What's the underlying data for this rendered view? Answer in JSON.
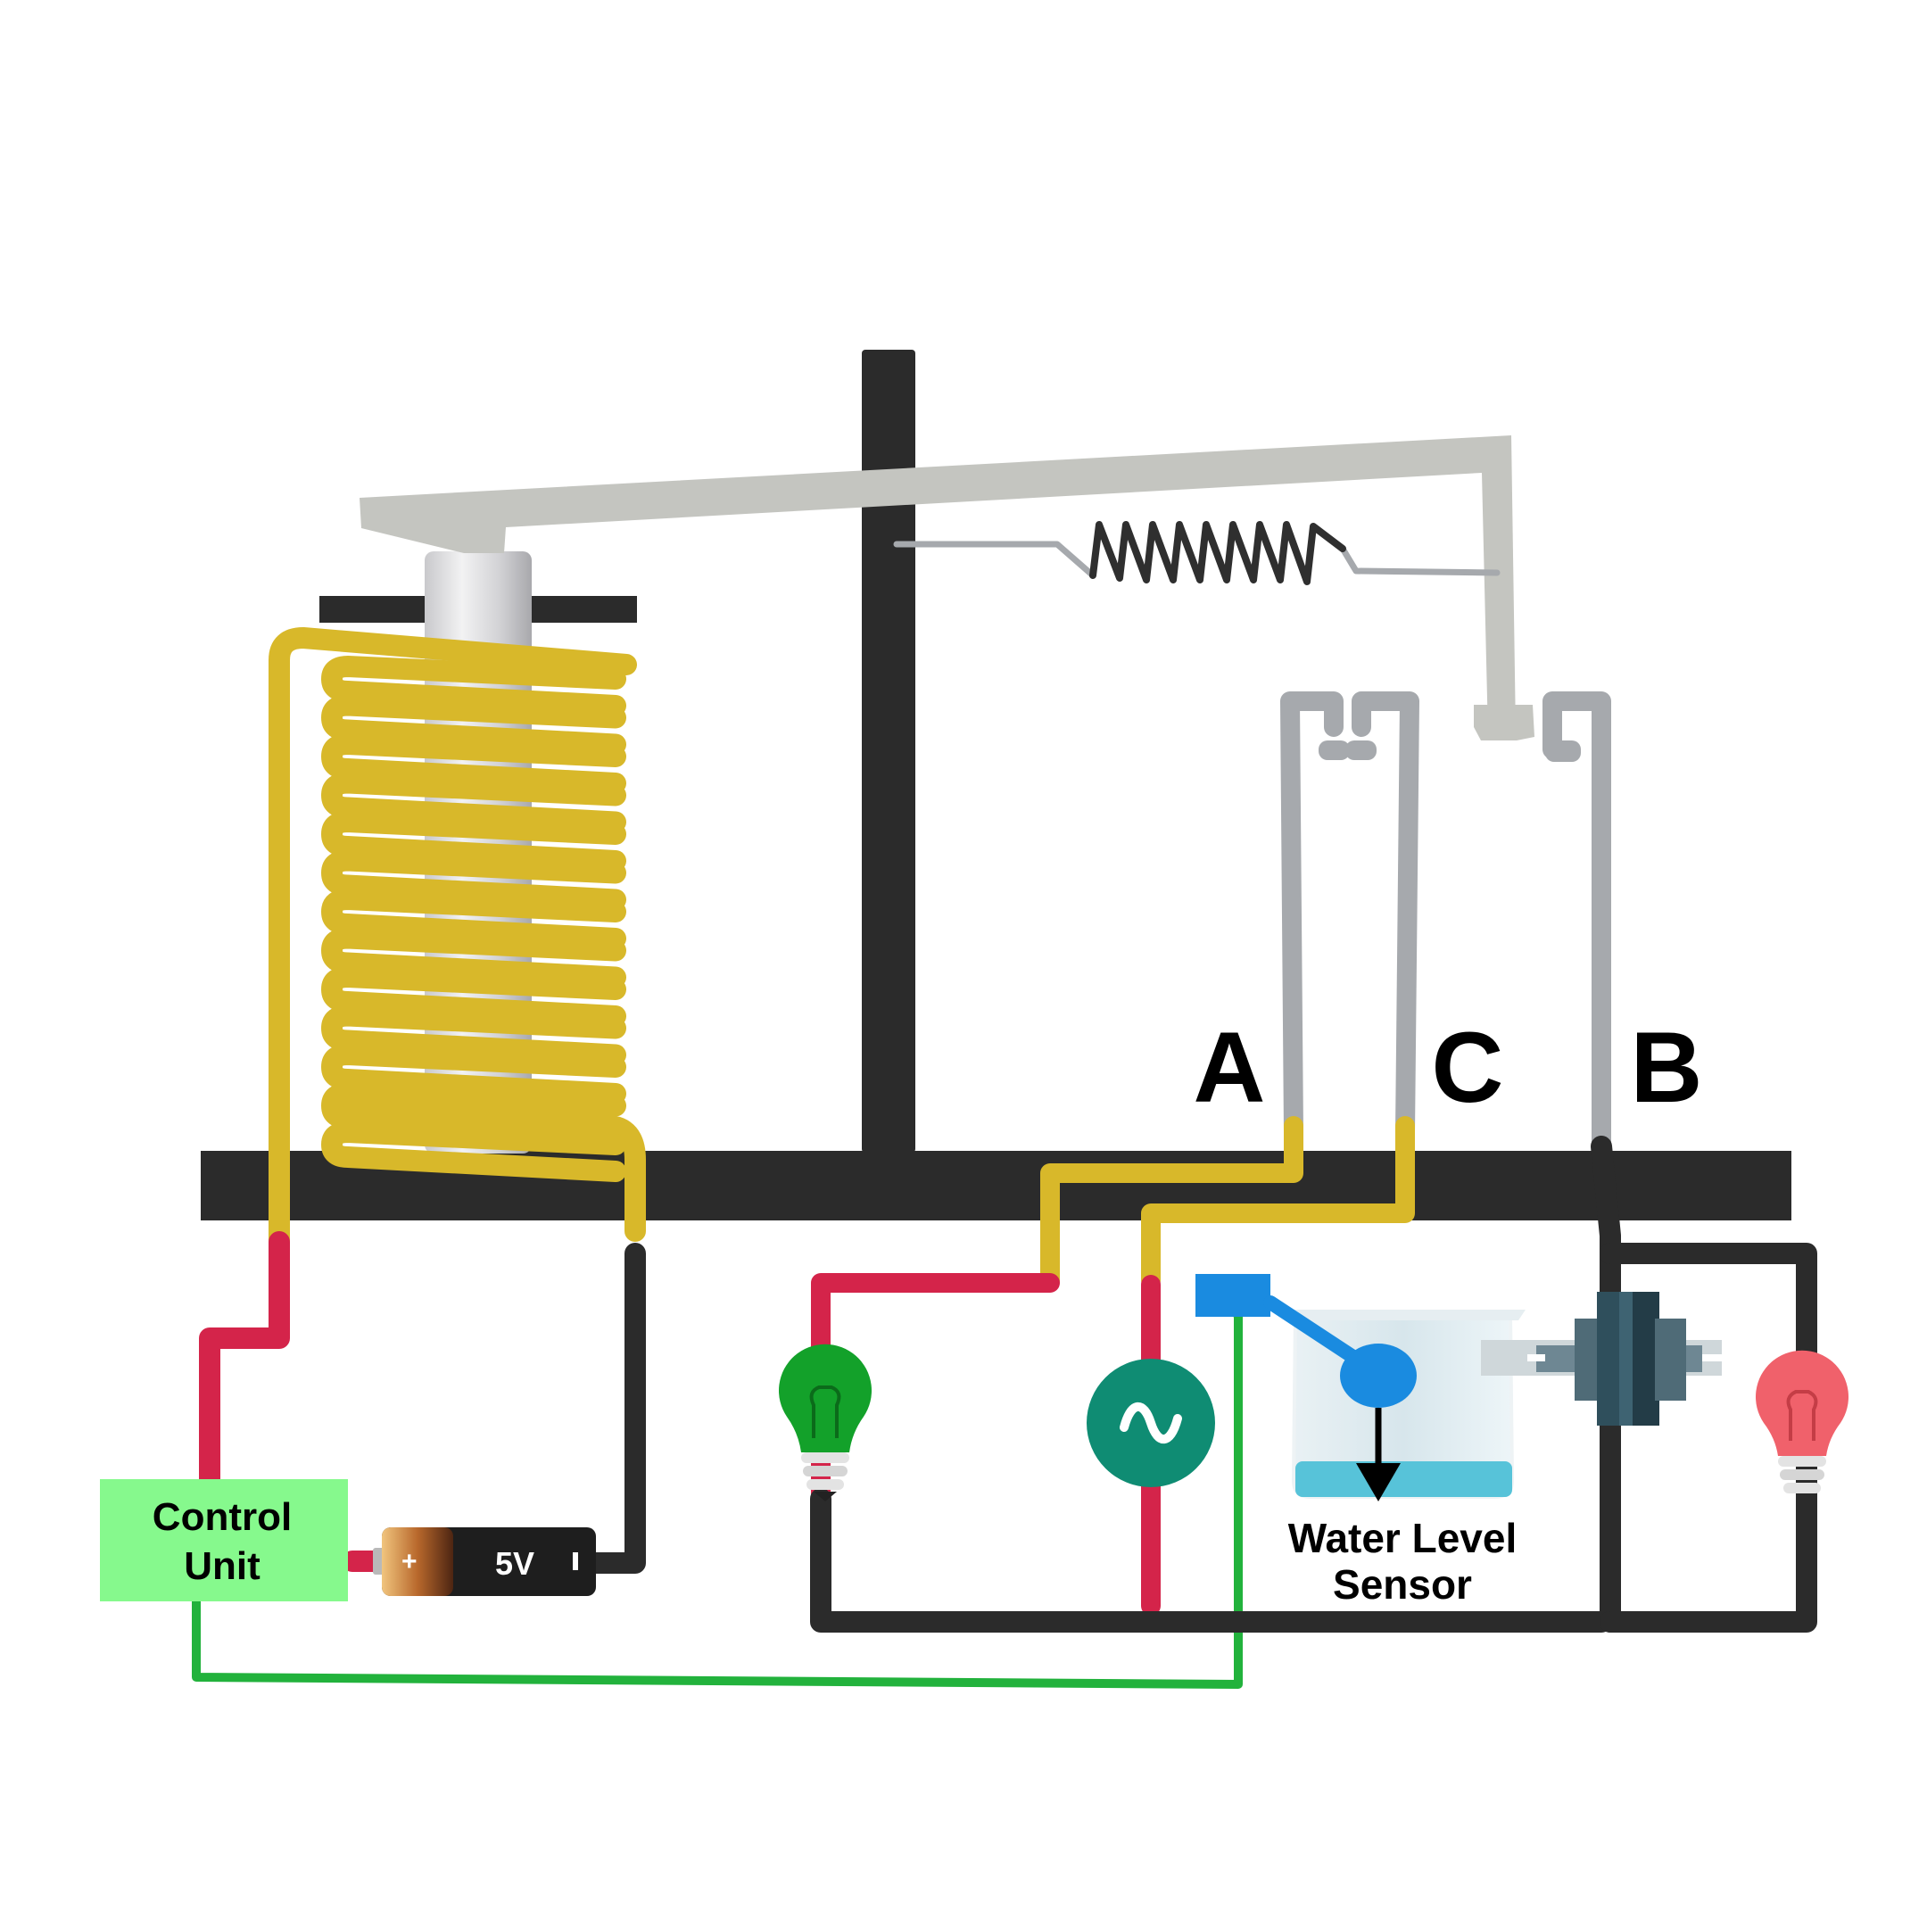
{
  "labels": {
    "terminal_a": "A",
    "terminal_b": "B",
    "terminal_c": "C",
    "control_unit_line1": "Control",
    "control_unit_line2": "Unit",
    "battery_voltage": "5V",
    "battery_plus": "+",
    "battery_minus": "-",
    "sensor_line1": "Water Level",
    "sensor_line2": "Sensor",
    "ac_source_symbol": "~"
  },
  "colors": {
    "frame": "#2b2b2b",
    "coil": "#d8b82a",
    "armature": "#c4c5c0",
    "contact": "#a6a9ad",
    "positive_wire": "#d4244a",
    "negative_wire": "#2b2b2b",
    "signal_wire": "#22b23c",
    "control_unit": "#86f98d",
    "green_lamp": "#13a12a",
    "red_lamp": "#f0616b",
    "ac_source": "#0f8c73",
    "sensor": "#1a8be0"
  }
}
